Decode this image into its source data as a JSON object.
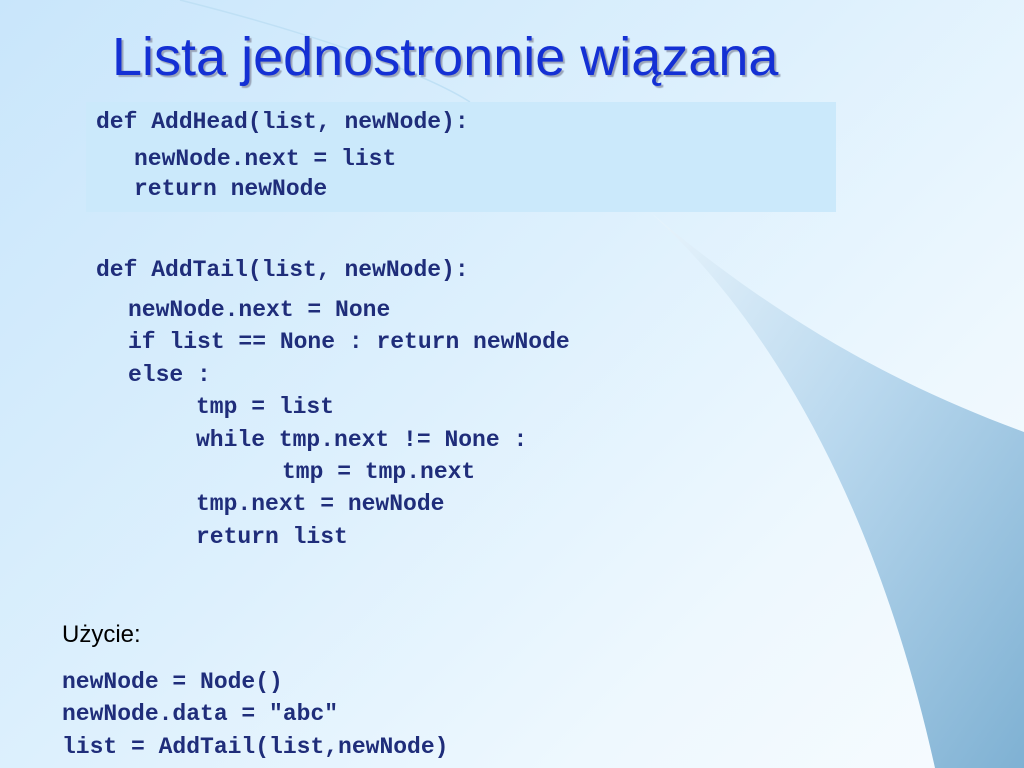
{
  "slide": {
    "title": "Lista jednostronnie wiązana",
    "add_head": {
      "signature": "def AddHead(list, newNode):",
      "body": [
        "newNode.next = list",
        "return newNode"
      ]
    },
    "add_tail": {
      "signature": "def AddTail(list, newNode):",
      "body": [
        "newNode.next = None",
        "if list == None : return newNode",
        "else :",
        "tmp = list",
        "while tmp.next != None :",
        "tmp = tmp.next",
        "tmp.next = newNode",
        "return list"
      ]
    },
    "usage": {
      "label": "Użycie:",
      "lines": [
        "newNode = Node()",
        "newNode.data = \"abc\"",
        "list = AddTail(list,newNode)"
      ]
    }
  },
  "colors": {
    "title": "#1430d4",
    "code": "#1f2d7a",
    "highlight": "#cbe9fb",
    "swoosh": "#7fb4d6"
  }
}
